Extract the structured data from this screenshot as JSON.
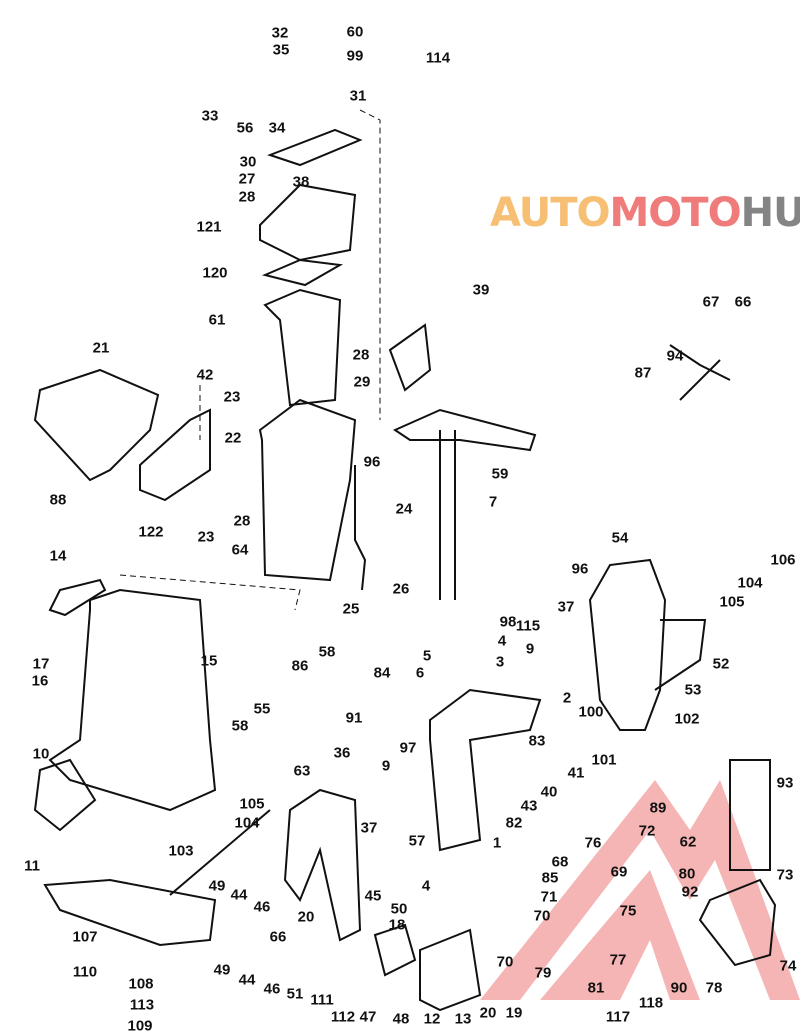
{
  "diagram": {
    "title_hidden": null,
    "part_labels": [
      "32",
      "60",
      "35",
      "99",
      "114",
      "33",
      "56",
      "34",
      "31",
      "30",
      "27",
      "38",
      "28",
      "121",
      "120",
      "39",
      "67",
      "66",
      "61",
      "28",
      "29",
      "21",
      "94",
      "87",
      "42",
      "23",
      "22",
      "96",
      "59",
      "7",
      "24",
      "88",
      "28",
      "64",
      "122",
      "23",
      "54",
      "106",
      "96",
      "104",
      "14",
      "26",
      "105",
      "25",
      "98",
      "115",
      "37",
      "4",
      "58",
      "9",
      "5",
      "3",
      "52",
      "15",
      "17",
      "16",
      "86",
      "6",
      "84",
      "53",
      "2",
      "91",
      "55",
      "100",
      "102",
      "58",
      "97",
      "83",
      "36",
      "63",
      "41",
      "101",
      "10",
      "9",
      "40",
      "43",
      "89",
      "93",
      "105",
      "104",
      "37",
      "57",
      "82",
      "1",
      "72",
      "62",
      "11",
      "103",
      "76",
      "69",
      "80",
      "73",
      "68",
      "92",
      "85",
      "4",
      "49",
      "44",
      "46",
      "45",
      "50",
      "71",
      "75",
      "70",
      "20",
      "66",
      "18",
      "107",
      "74",
      "110",
      "49",
      "44",
      "46",
      "51",
      "70",
      "79",
      "77",
      "81",
      "90",
      "78",
      "108",
      "111",
      "113",
      "112",
      "47",
      "48",
      "12",
      "13",
      "20",
      "19",
      "117",
      "118",
      "109"
    ]
  },
  "watermark": {
    "part1": "AUTO",
    "part2": "MOTO",
    "part3": "HUB",
    "color": "#e85a5a"
  }
}
